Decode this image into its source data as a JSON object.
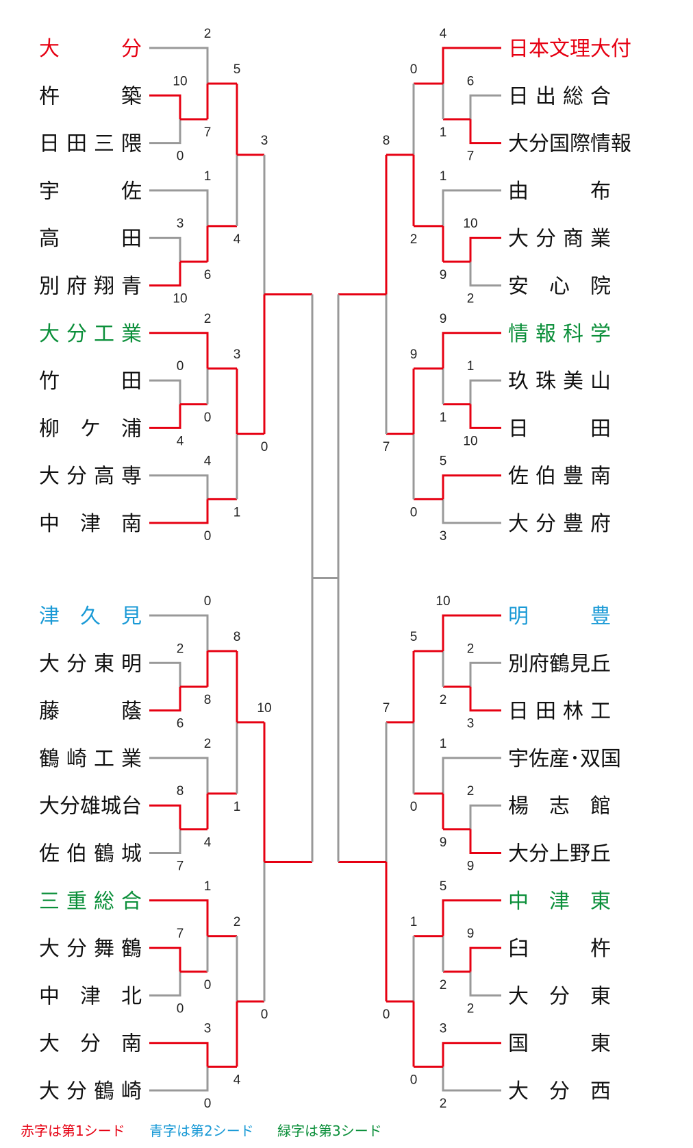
{
  "colors": {
    "seed1": "#e60012",
    "seed2": "#1a9ad6",
    "seed3": "#0b8f3a",
    "normal": "#111111",
    "winner_line": "#e60012",
    "loser_line": "#999999"
  },
  "left_top": {
    "teams": [
      {
        "name": "大分",
        "seed": 1
      },
      {
        "name": "杵築",
        "seed": 0
      },
      {
        "name": "日田三隈",
        "seed": 0
      },
      {
        "name": "宇佐",
        "seed": 0
      },
      {
        "name": "高田",
        "seed": 0
      },
      {
        "name": "別府翔青",
        "seed": 0
      },
      {
        "name": "大分工業",
        "seed": 3
      },
      {
        "name": "竹田",
        "seed": 0
      },
      {
        "name": "柳ケ浦",
        "seed": 0
      },
      {
        "name": "大分高専",
        "seed": 0
      },
      {
        "name": "中津南",
        "seed": 0
      }
    ],
    "scores": [
      "2",
      "10",
      "0",
      "7",
      "5",
      "1",
      "3",
      "10",
      "6",
      "4",
      "3",
      "2",
      "0",
      "4",
      "0",
      "3",
      "4",
      "0",
      "1",
      "0"
    ]
  },
  "left_bottom": {
    "teams": [
      {
        "name": "津久見",
        "seed": 2
      },
      {
        "name": "大分東明",
        "seed": 0
      },
      {
        "name": "藤蔭",
        "seed": 0
      },
      {
        "name": "鶴崎工業",
        "seed": 0
      },
      {
        "name": "大分雄城台",
        "seed": 0
      },
      {
        "name": "佐伯鶴城",
        "seed": 0
      },
      {
        "name": "三重総合",
        "seed": 3
      },
      {
        "name": "大分舞鶴",
        "seed": 0
      },
      {
        "name": "中津北",
        "seed": 0
      },
      {
        "name": "大分南",
        "seed": 0
      },
      {
        "name": "大分鶴崎",
        "seed": 0
      }
    ],
    "scores": [
      "0",
      "2",
      "6",
      "8",
      "8",
      "2",
      "8",
      "7",
      "4",
      "1",
      "10",
      "1",
      "7",
      "0",
      "0",
      "2",
      "3",
      "0",
      "4",
      "0"
    ]
  },
  "right_top": {
    "teams": [
      {
        "name": "日本文理大付",
        "seed": 1
      },
      {
        "name": "日出総合",
        "seed": 0
      },
      {
        "name": "大分国際情報",
        "seed": 0
      },
      {
        "name": "由布",
        "seed": 0
      },
      {
        "name": "大分商業",
        "seed": 0
      },
      {
        "name": "安心院",
        "seed": 0
      },
      {
        "name": "情報科学",
        "seed": 3
      },
      {
        "name": "玖珠美山",
        "seed": 0
      },
      {
        "name": "日田",
        "seed": 0
      },
      {
        "name": "佐伯豊南",
        "seed": 0
      },
      {
        "name": "大分豊府",
        "seed": 0
      }
    ],
    "scores": [
      "4",
      "6",
      "7",
      "1",
      "0",
      "1",
      "10",
      "2",
      "9",
      "2",
      "8",
      "9",
      "1",
      "10",
      "1",
      "9",
      "5",
      "3",
      "0",
      "7"
    ]
  },
  "right_bottom": {
    "teams": [
      {
        "name": "明豊",
        "seed": 2
      },
      {
        "name": "別府鶴見丘",
        "seed": 0
      },
      {
        "name": "日田林工",
        "seed": 0
      },
      {
        "name": "宇佐産･双国",
        "seed": 0
      },
      {
        "name": "楊志館",
        "seed": 0
      },
      {
        "name": "大分上野丘",
        "seed": 0
      },
      {
        "name": "中津東",
        "seed": 3
      },
      {
        "name": "臼杵",
        "seed": 0
      },
      {
        "name": "大分東",
        "seed": 0
      },
      {
        "name": "国東",
        "seed": 0
      },
      {
        "name": "大分西",
        "seed": 0
      }
    ],
    "scores": [
      "10",
      "2",
      "3",
      "2",
      "5",
      "1",
      "2",
      "9",
      "9",
      "0",
      "7",
      "5",
      "9",
      "2",
      "2",
      "1",
      "3",
      "2",
      "0",
      "0"
    ]
  },
  "legend": {
    "seed1": "赤字は第1シード",
    "seed2": "青字は第2シード",
    "seed3": "緑字は第3シード"
  }
}
